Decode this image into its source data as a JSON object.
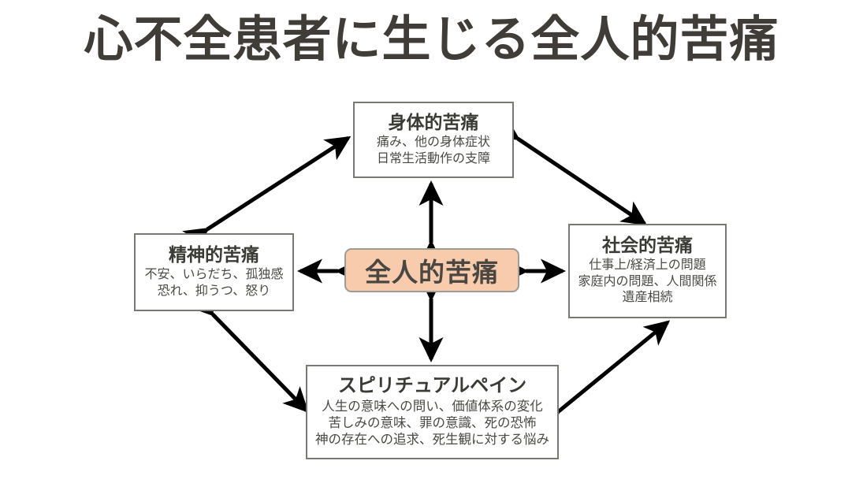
{
  "page": {
    "title": "心不全患者に生じる全人的苦痛",
    "title_color": "#403D38",
    "background": "#ffffff"
  },
  "diagram": {
    "type": "total-pain-concept-map",
    "center": {
      "label": "全人的苦痛",
      "fill_color": "#F8CBAC",
      "border_color": "#9E9C97",
      "text_color": "#4A4742"
    },
    "nodes": [
      {
        "id": "physical",
        "position": "top",
        "title": "身体的苦痛",
        "lines": [
          "痛み、他の身体症状",
          "日常生活動作の支障"
        ]
      },
      {
        "id": "mental",
        "position": "left",
        "title": "精神的苦痛",
        "lines": [
          "不安、いらだち、孤独感",
          "恐れ、抑うつ、怒り"
        ]
      },
      {
        "id": "social",
        "position": "right",
        "title": "社会的苦痛",
        "lines": [
          "仕事上/経済上の問題",
          "家庭内の問題、人間関係",
          "遺産相続"
        ]
      },
      {
        "id": "spiritual",
        "position": "bottom",
        "title": "スピリチュアルペイン",
        "lines": [
          "人生の意味への問い、価値体系の変化",
          "苦しみの意味、罪の意識、死の恐怖",
          "神の存在への追求、死生観に対する悩み"
        ]
      }
    ],
    "connections": [
      {
        "from": "center",
        "to": "physical",
        "style": "double-headed"
      },
      {
        "from": "center",
        "to": "mental",
        "style": "double-headed"
      },
      {
        "from": "center",
        "to": "social",
        "style": "double-headed"
      },
      {
        "from": "center",
        "to": "spiritual",
        "style": "double-headed"
      },
      {
        "from": "mental",
        "to": "physical",
        "style": "double-headed"
      },
      {
        "from": "physical",
        "to": "social",
        "style": "double-headed"
      },
      {
        "from": "mental",
        "to": "spiritual",
        "style": "double-headed"
      },
      {
        "from": "spiritual",
        "to": "social",
        "style": "double-headed"
      }
    ],
    "arrow_color": "#000000",
    "node_border_color": "#7A7872",
    "node_text_color": "#3B3B36"
  }
}
